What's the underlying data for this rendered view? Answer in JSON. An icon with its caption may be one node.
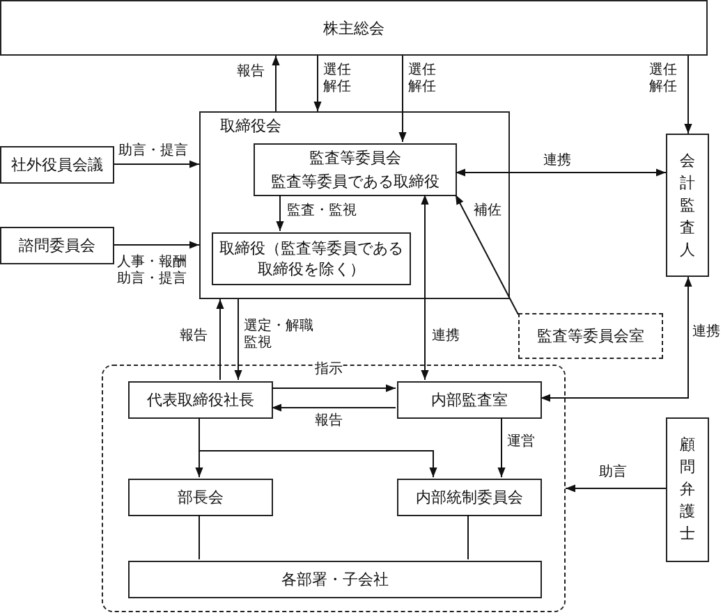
{
  "diagram": {
    "nodes": [
      {
        "text": [
          "株主総会"
        ]
      },
      {
        "text": [
          "取締役会"
        ]
      },
      {
        "text": [
          "監査等委員会",
          "監査等委員である取締役"
        ],
        "in": 1
      },
      {
        "text": [
          "取締役（監査等委員である取締役を除く）"
        ],
        "in": 1
      },
      {
        "text": [
          "社外役員会議"
        ]
      },
      {
        "text": [
          "諮問委員会"
        ]
      },
      {
        "text": [
          "会計監査人"
        ]
      },
      {
        "text": [
          "監査等委員会室"
        ]
      },
      {
        "text": [],
        "shape": "box"
      },
      {
        "text": [
          "代表取締役社長"
        ],
        "in": 8
      },
      {
        "text": [
          "内部監査室"
        ],
        "in": 8
      },
      {
        "text": [
          "部長会"
        ],
        "in": 8
      },
      {
        "text": [
          "内部統制委員会"
        ],
        "in": 8
      },
      {
        "text": [
          "各部署・子会社"
        ],
        "in": 8
      },
      {
        "text": [
          "顧問弁護士"
        ]
      }
    ],
    "edges": [
      {
        "from": 1,
        "to": 0,
        "arrow": "to",
        "label": "報告"
      },
      {
        "from": 0,
        "to": 1,
        "arrow": "to",
        "label": "選任解任"
      },
      {
        "from": 0,
        "to": 2,
        "arrow": "to",
        "label": "選任解任"
      },
      {
        "from": 0,
        "to": 6,
        "arrow": "to",
        "label": "選任解任"
      },
      {
        "from": 4,
        "to": 1,
        "arrow": "to",
        "label": "助言・提言"
      },
      {
        "from": 5,
        "to": 1,
        "arrow": "to",
        "label": "人事・報酬助言・提言"
      },
      {
        "from": 2,
        "to": 3,
        "arrow": "to",
        "label": "監査・監視"
      },
      {
        "from": 2,
        "to": 6,
        "arrow": "both",
        "label": "連携"
      },
      {
        "from": 7,
        "to": 2,
        "arrow": "to",
        "label": "補佐"
      },
      {
        "from": 9,
        "to": 1,
        "arrow": "to",
        "label": "報告"
      },
      {
        "from": 1,
        "to": 9,
        "arrow": "to",
        "label": "選定・解職監視"
      },
      {
        "from": 2,
        "to": 10,
        "arrow": "both",
        "label": "連携"
      },
      {
        "from": 6,
        "to": 10,
        "arrow": "both",
        "label": "連携"
      },
      {
        "from": 9,
        "to": 10,
        "arrow": "to",
        "label": "指示"
      },
      {
        "from": 10,
        "to": 9,
        "arrow": "to",
        "label": "報告"
      },
      {
        "from": 9,
        "to": 11,
        "arrow": "to"
      },
      {
        "from": 9,
        "to": 12,
        "arrow": "to"
      },
      {
        "from": 10,
        "to": 12,
        "arrow": "to",
        "label": "運営"
      },
      {
        "from": 11,
        "to": 13,
        "arrow": "none"
      },
      {
        "from": 12,
        "to": 13,
        "arrow": "none"
      },
      {
        "from": 14,
        "to": 8,
        "arrow": "to",
        "label": "助言"
      }
    ]
  }
}
